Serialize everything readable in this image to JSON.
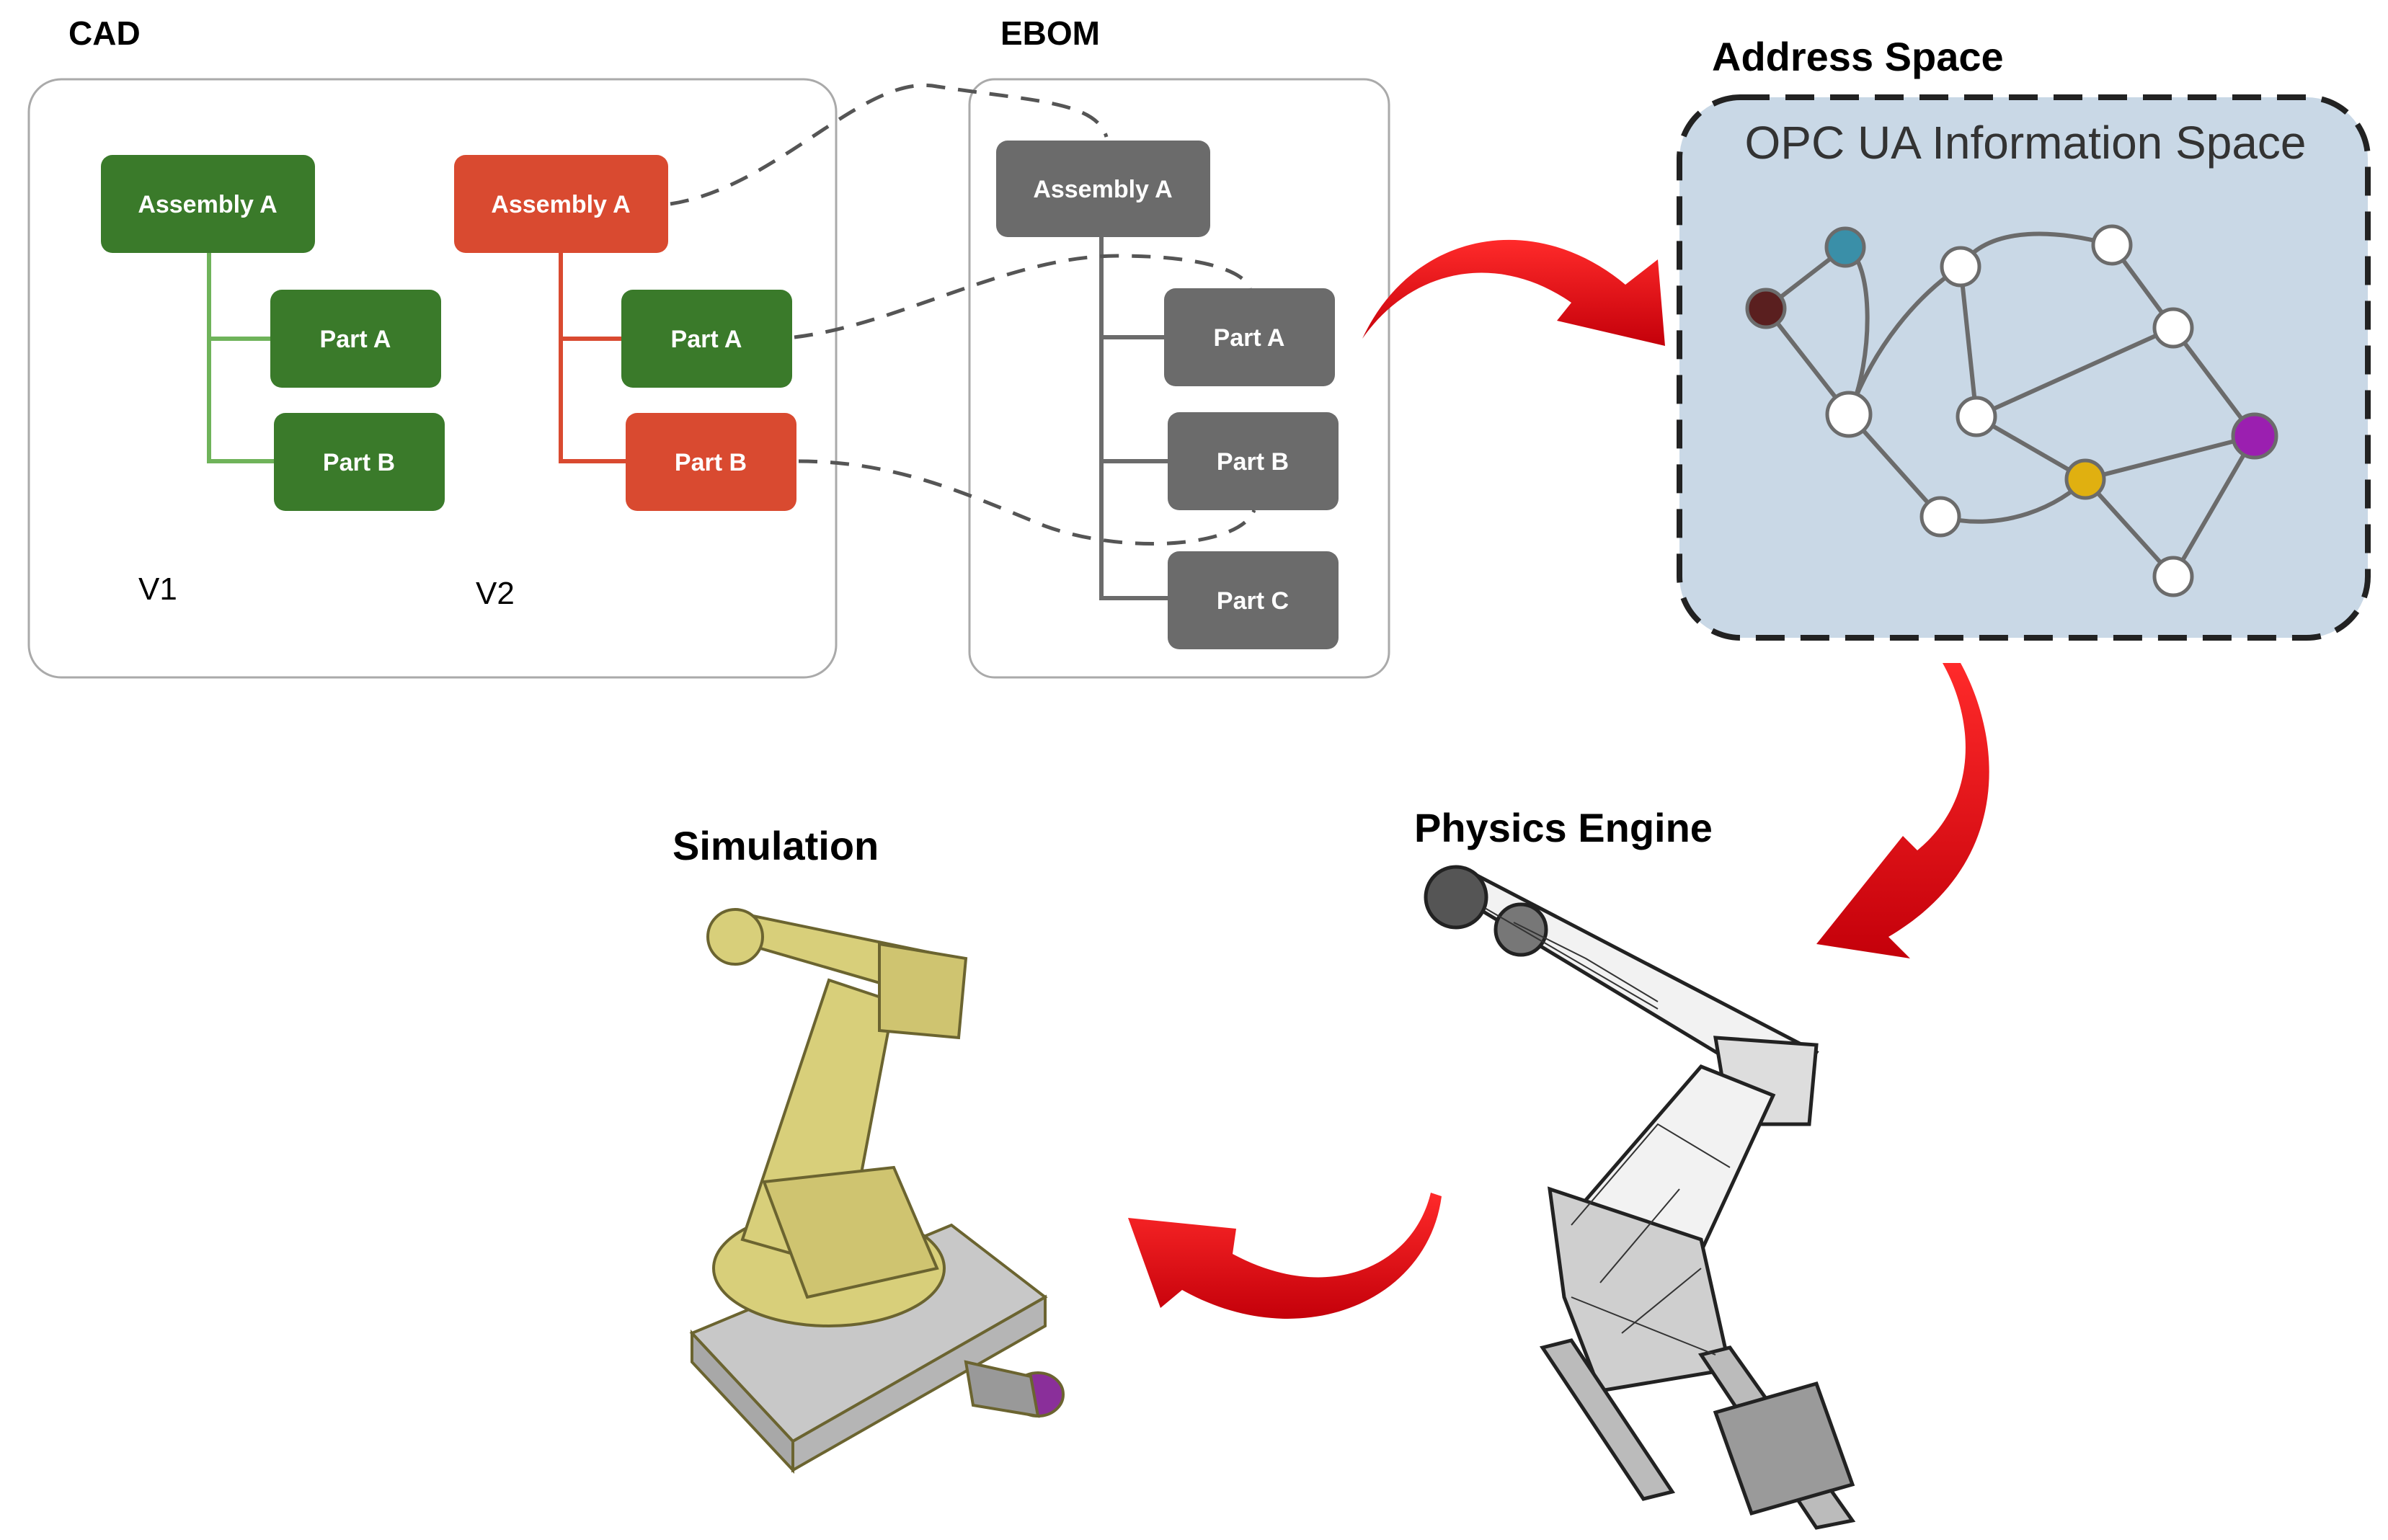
{
  "cad": {
    "title": "CAD",
    "v1": {
      "assembly": "Assembly A",
      "part_a": "Part A",
      "part_b": "Part B",
      "version": "V1"
    },
    "v2": {
      "assembly": "Assembly A",
      "part_a": "Part A",
      "part_b": "Part B",
      "version": "V2"
    }
  },
  "ebom": {
    "title": "EBOM",
    "assembly": "Assembly A",
    "part_a": "Part A",
    "part_b": "Part B",
    "part_c": "Part C"
  },
  "address_space": {
    "title": "Address Space",
    "box_title": "OPC UA Information Space"
  },
  "physics_engine": {
    "title": "Physics Engine"
  },
  "simulation": {
    "title": "Simulation"
  },
  "colors": {
    "cad_green": "#3a7a2a",
    "cad_green_line": "#6fb35a",
    "cad_red": "#d94a30",
    "ebom_gray": "#6b6b6b",
    "arrow_red": "#e3000f",
    "opc_bg": "#c9d8e6",
    "node_blue": "#3a8fa8",
    "node_brown": "#5a1f1f",
    "node_yellow": "#e0b010",
    "node_purple": "#9b1fb0",
    "robot_yellow": "#d8cf7a"
  }
}
